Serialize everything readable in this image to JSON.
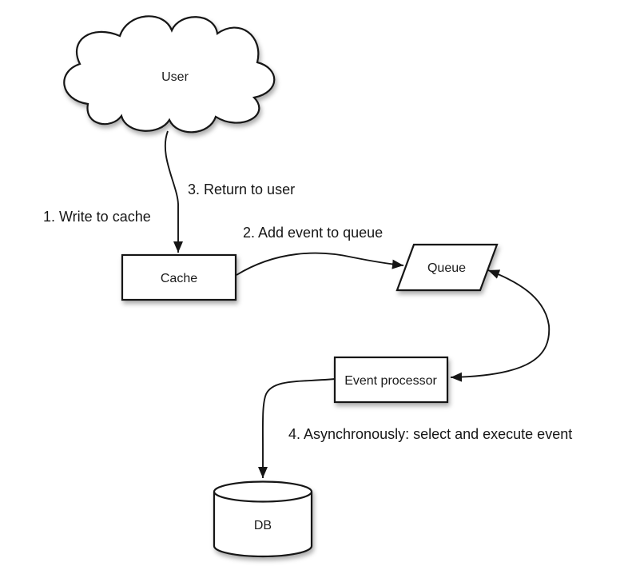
{
  "colors": {
    "background": "#ffffff",
    "stroke": "#151515",
    "text": "#1b1b1b"
  },
  "nodes": {
    "user": {
      "label": "User",
      "shape": "cloud"
    },
    "cache": {
      "label": "Cache",
      "shape": "rectangle"
    },
    "queue": {
      "label": "Queue",
      "shape": "parallelogram"
    },
    "event_processor": {
      "label": "Event processor",
      "shape": "rectangle"
    },
    "db": {
      "label": "DB",
      "shape": "cylinder"
    }
  },
  "edge_labels": {
    "write_to_cache": "1. Write to cache",
    "add_event_to_queue": "2. Add event to queue",
    "return_to_user": "3. Return to user",
    "async_execute": "4. Asynchronously: select and execute event"
  },
  "edges": [
    {
      "from": "user",
      "to": "cache",
      "arrow": "single",
      "label_refs": [
        "write_to_cache",
        "return_to_user"
      ]
    },
    {
      "from": "cache",
      "to": "queue",
      "arrow": "single",
      "label_refs": [
        "add_event_to_queue"
      ]
    },
    {
      "from": "queue",
      "to": "event_processor",
      "arrow": "double",
      "label_refs": []
    },
    {
      "from": "event_processor",
      "to": "db",
      "arrow": "single",
      "label_refs": [
        "async_execute"
      ]
    }
  ]
}
